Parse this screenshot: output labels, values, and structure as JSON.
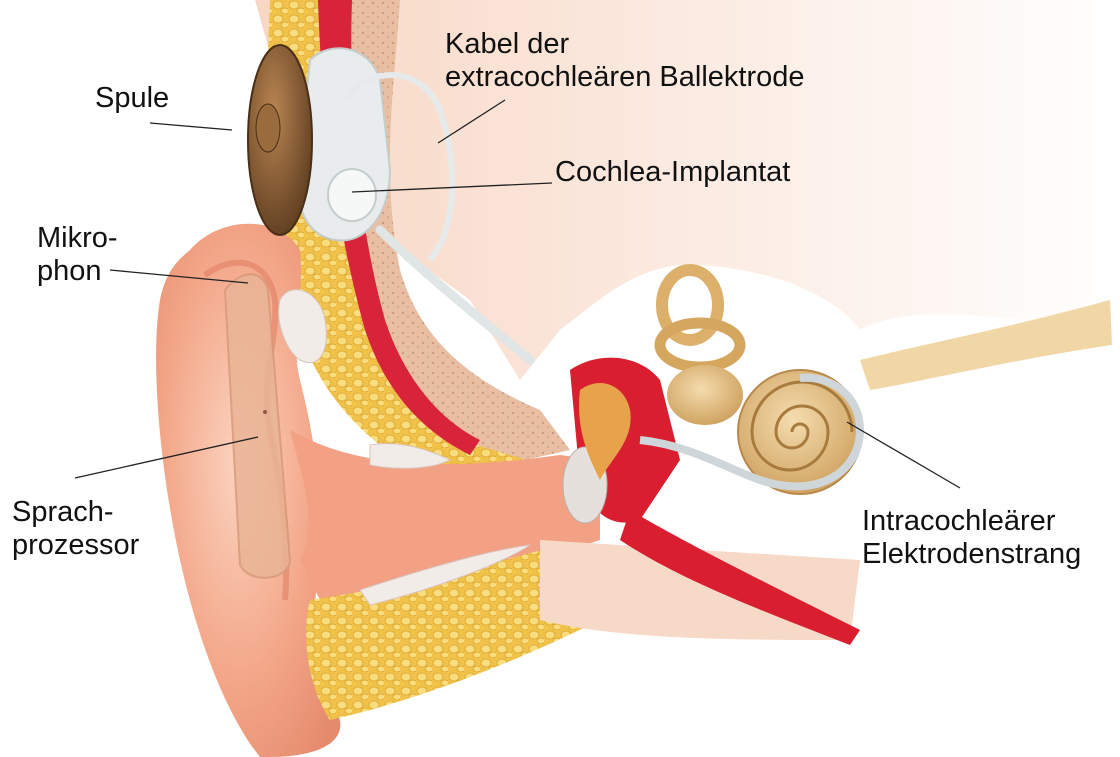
{
  "labels": {
    "spule": "Spule",
    "kabel_line1": "Kabel der",
    "kabel_line2": "extracochleären Ballektrode",
    "implantat": "Cochlea-Implantat",
    "mikrophon_line1": "Mikro-",
    "mikrophon_line2": "phon",
    "sprach_line1": "Sprach-",
    "sprach_line2": "prozessor",
    "intra_line1": "Intracochleärer",
    "intra_line2": "Elektrodenstrang"
  },
  "colors": {
    "skin": "#f3a587",
    "skin_light": "#f9c8b2",
    "skin_dark": "#e2836a",
    "fat": "#f2c44a",
    "bone": "#e9bfa3",
    "muscle": "#d7243a",
    "implant": "#e8ecec",
    "coil": "#7a5432",
    "cochlea": "#dcb06a",
    "cartilage": "#f2ece8",
    "leader": "#222222"
  }
}
